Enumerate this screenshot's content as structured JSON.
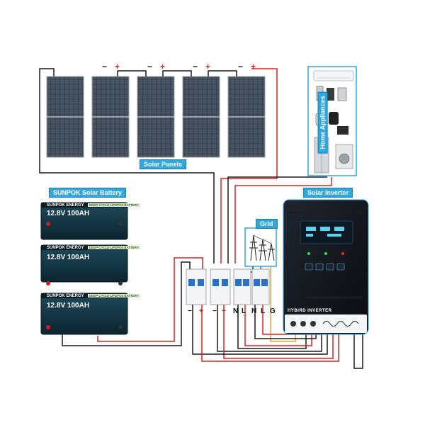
{
  "labels": {
    "solar_panels": "Solar Panels",
    "home_appliances": "Home Appliances",
    "solar_battery": "SUNPOK Solar Battery",
    "solar_inverter": "Solar Inverter",
    "grid": "Grid"
  },
  "panel_polarity": {
    "negative": "−",
    "positive": "+"
  },
  "battery": {
    "brand": "SUNPOK ENERGY",
    "voltage_capacity": "12.8V 100AH",
    "chemistry": "DEEP CYCLE LIFEPO4 BATTERY",
    "count": 3
  },
  "inverter": {
    "model_text": "HYBIRD    INVERTER"
  },
  "terminals": [
    "−",
    "+",
    "−",
    "+",
    "N",
    "L",
    "N",
    "L",
    "G"
  ],
  "colors": {
    "label_bg": "#2fa8e0",
    "wire_negative": "#1a1a1a",
    "wire_positive": "#e02020",
    "wire_ground": "#f0a030",
    "inverter_body": "#101216"
  }
}
